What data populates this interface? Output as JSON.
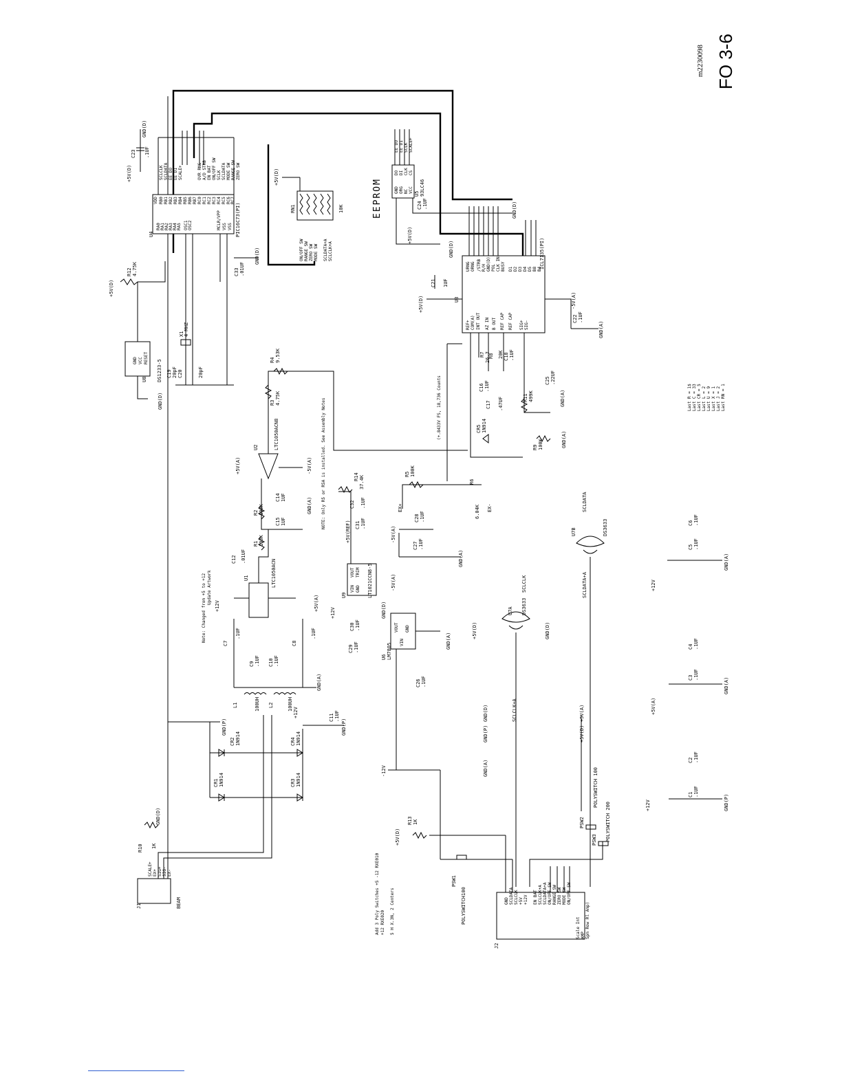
{
  "sheet": {
    "figure_id": "FO 3-6",
    "drawing_number": "m2230098"
  },
  "eeprom": {
    "label": "EEPROM",
    "ref": "U5",
    "part": "93LC46",
    "pins_left": [
      "GND",
      "ORG",
      "NC",
      "VCC"
    ],
    "pins_right": [
      "DO",
      "DI",
      "CLK",
      "CS"
    ],
    "nets": [
      "EE DO",
      "EE DI",
      "SCLK",
      "SCALE+"
    ]
  },
  "mcu": {
    "ref": "U4",
    "part": "PIC16C73(PI)",
    "left_pins": [
      "RA0",
      "RA1",
      "RA2",
      "RA3",
      "RA4",
      "RA5",
      "OSC1",
      "OSC2",
      "MCLR/VPP",
      "VSS",
      "VSS"
    ],
    "right_pins": [
      "VDD",
      "RB0",
      "RB1",
      "RB2",
      "RB3",
      "RB4",
      "RB5",
      "RB6",
      "RB7",
      "RC0",
      "RC1",
      "RC2",
      "RC3",
      "RC4",
      "RC5",
      "RC6",
      "RC7"
    ],
    "nets_top": [
      "SCLCLK",
      "SCLDATA",
      "EE DO",
      "EE DI",
      "SCALE+",
      "OVR RNG",
      "A/D STRB"
    ],
    "nets_bottom": [
      "EN BAT",
      "ON/OFF SW",
      "SCLK",
      "SCLDATA",
      "MODE SW",
      "RANGE SW",
      "ZERO SW"
    ]
  },
  "adc": {
    "ref": "U3",
    "part": "ICL7135(PI)",
    "pins_left": [
      "REF+",
      "COM(A)",
      "INT OUT",
      "AZ IN",
      "B OUT",
      "REF CAP",
      "REF CAP",
      "SIG+",
      "SIG-"
    ],
    "pins_right": [
      "URNG",
      "ORNG",
      "/STRB",
      "R/H",
      "GND(D)",
      "POL",
      "CLK IN",
      "BUSY",
      "D1",
      "D2",
      "D3",
      "D4",
      "D5",
      "B8",
      "B4",
      "B2",
      "B1"
    ]
  },
  "reset": {
    "ref": "U8",
    "part": "DS1233-5",
    "pins": [
      "VCC",
      "RESET",
      "GND"
    ]
  },
  "crystal": {
    "ref": "X1",
    "value": "4 MHZ"
  },
  "opamp_u1": {
    "ref": "U1",
    "part": "LTC1050ACN"
  },
  "opamp_u2": {
    "ref": "U2",
    "part": "LTC1050ACN8"
  },
  "vref": {
    "ref": "U9",
    "part": "LT1021CCN8-5",
    "pins": [
      "VOUT",
      "TRIM",
      "VIN",
      "GND"
    ]
  },
  "regulator": {
    "ref": "U6",
    "part": "LM7805",
    "pins": [
      "VOUT",
      "VIN",
      "GND"
    ]
  },
  "buffer_a": {
    "ref": "U7A",
    "part": "DS3633",
    "net": "SCLCLK"
  },
  "buffer_b": {
    "ref": "U7B",
    "part": "DS3633",
    "net": "SCLDATA"
  },
  "rn1": {
    "ref": "RN1",
    "value": "10K",
    "nets": [
      "ON/OFF SW",
      "RANGE SW",
      "ZERO SW",
      "MODE SW",
      "SCLDATA+A",
      "SCLCLK+A"
    ]
  },
  "connector_j1": {
    "ref": "J1",
    "name": "BEAM",
    "pins": [
      "SCALE+",
      "EX+",
      "SIG+",
      "SIG-",
      "EX-"
    ]
  },
  "connector_j2": {
    "ref": "J2",
    "pins": [
      "GND",
      "SCLDATA",
      "SCLCLK",
      "+5V",
      "+12V",
      "",
      "EN BAT",
      "SCLCLK+A",
      "SCLDATA+A",
      "ON/OFF SW",
      "RANGE SW",
      "ZERO SW",
      "MODE SW",
      "ON/OFF SW",
      "",
      ""
    ],
    "notes": [
      "Scale Int",
      "AMP",
      "Spm Row Rl Amp)"
    ]
  },
  "notes": {
    "changed": "Note: Changed from +5 to +12",
    "artwork": "Update Artwork",
    "assembly": "NOTE: Only R5 or R5A is installed. See Assembly Notes",
    "adjust": "Add 3 Poly Switches +5 -12 RXE010",
    "adjust2": "+12 RXE020",
    "holes": "5 H X.3N, 2 Centers",
    "counts": "(+.8433V FS, 18,736 Counts"
  },
  "polyswitches": {
    "psw1": "PSW1",
    "psw1_part": "POLYSWITCH100",
    "psw2": "PSW2",
    "psw2_part": "POLYSWITCH 100",
    "psw3": "PSW3",
    "psw3_part": "POLYSWITCH 200"
  },
  "components": {
    "C23": ".1UF",
    "C33": ".01UF",
    "C19": "20pF",
    "C20": "20pF",
    "C24": ".1UF",
    "C21": "1UF",
    "C22": ".1UF",
    "C25": ".22UF",
    "C16": ".1UF",
    "C17": ".47UF",
    "C18": ".1UF",
    "C12": ".01UF",
    "C14": "1UF",
    "C15": "1UF",
    "C32": ".1UF",
    "C31": ".1UF",
    "C28": ".1UF",
    "C27": ".1UF",
    "C26": ".1UF",
    "C29": ".1UF",
    "C30": ".1UF",
    "C7": ".1UF",
    "C8": ".1UF",
    "C9": ".1UF",
    "C10": ".1UF",
    "C11": ".1UF",
    "C1": ".1UF",
    "C2": ".1UF",
    "C3": ".1UF",
    "C4": ".1UF",
    "C5": ".1UF",
    "C6": ".1UF",
    "R1": "100K",
    "R2": "100K",
    "R3": "4.75K",
    "R4": "9.53K",
    "R5": "100K",
    "R6": "6.04K",
    "R7": "26.7",
    "R8": "20K",
    "R9": "100K",
    "R10": "1K",
    "R11": "499K",
    "R12": "4.75K",
    "R13": "1K",
    "R14": "37.4K",
    "L1": "100UH",
    "L2": "100UH",
    "CR1": "1N914",
    "CR2": "1N914",
    "CR3": "1N914",
    "CR4": "1N914",
    "CR5": "1N914"
  },
  "power_nets": {
    "vd": "+5V(D)",
    "va": "+5V(A)",
    "vneg": "-5V(A)",
    "v12": "+12V",
    "vneg12": "-12V",
    "gnd_d": "GND(D)",
    "gnd_a": "GND(A)",
    "gnd_p": "GND(P)",
    "vref": "+5V(REF)"
  },
  "logic_table": {
    "lines": [
      "Last R = 1$",
      "Last C = 33",
      "Last CR = 5",
      "Last L = 2",
      "Last U = 9",
      "Last X = 1",
      "Last J = 2",
      "Last RN = 1"
    ]
  }
}
